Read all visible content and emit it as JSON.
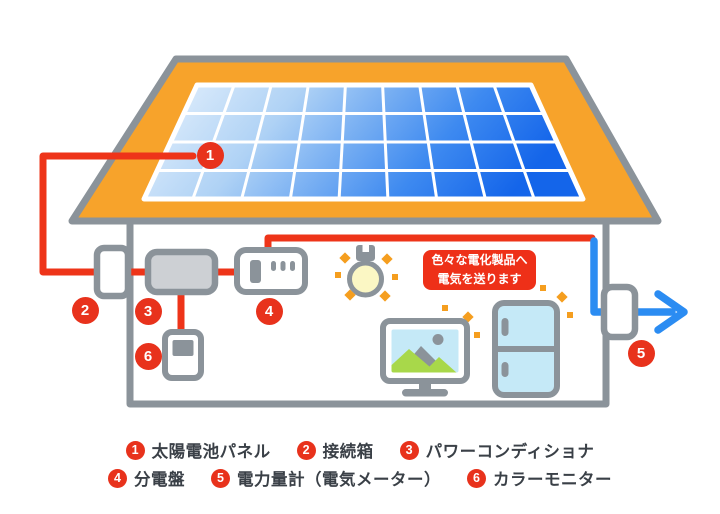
{
  "markers": [
    {
      "number": "1",
      "label": "太陽電池パネル"
    },
    {
      "number": "2",
      "label": "接続箱"
    },
    {
      "number": "3",
      "label": "パワーコンディショナ"
    },
    {
      "number": "4",
      "label": "分電盤"
    },
    {
      "number": "5",
      "label": "電力量計（電気メーター）"
    },
    {
      "number": "6",
      "label": "カラーモニター"
    }
  ],
  "callout": {
    "line1": "色々な電化製品へ",
    "line2": "電気を送ります"
  },
  "icons": {
    "solar-panel-icon": "blue grid panel on roof",
    "junction-box-icon": "rounded box on outer wall",
    "power-conditioner-icon": "gray rounded box",
    "distribution-board-icon": "box with switch bar and three dots",
    "color-monitor-icon": "wall panel with small screen",
    "electricity-meter-icon": "rounded box on right wall",
    "light-bulb-icon": "glowing bulb",
    "tv-icon": "monitor with mountain picture",
    "refrigerator-icon": "two-door fridge",
    "power-out-arrow-icon": "blue arrow pointing right",
    "sparkle-icon": "orange diamond/square sparkles"
  },
  "colors": {
    "wire_red": "#EE3419",
    "marker_red": "#E8321C",
    "callout_red": "#EE3018",
    "roof_orange": "#F7A32B",
    "outline_gray": "#8B939A",
    "fill_gray": "#CDD0D4",
    "arrow_blue": "#2B8CF2",
    "panel_blue_light": "#E7F2FD",
    "panel_blue_dark": "#1465EA",
    "appliance_blue": "#C5E9F7",
    "bulb_yellow": "#FBF7C4",
    "sparkle_orange": "#F59E1F",
    "legend_text": "#3A4047"
  }
}
